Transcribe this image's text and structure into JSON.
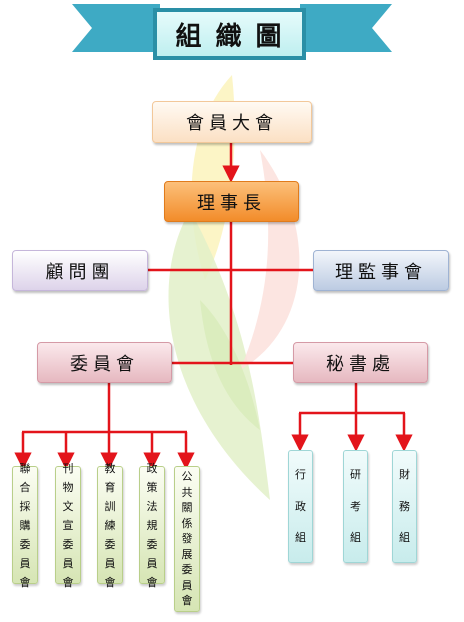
{
  "title": "組織圖",
  "nodes": {
    "assembly": "會員大會",
    "chair": "理事長",
    "advisor": "顧問團",
    "supervisor": "理監事會",
    "committee": "委員會",
    "secretariat": "秘書處"
  },
  "committees": [
    {
      "id": "joint-procurement",
      "chars": [
        "聯",
        "合",
        "採",
        "購",
        "委",
        "員",
        "會"
      ]
    },
    {
      "id": "publication",
      "chars": [
        "刊",
        "物",
        "文",
        "宣",
        "委",
        "員",
        "會"
      ]
    },
    {
      "id": "education",
      "chars": [
        "教",
        "育",
        "訓",
        "練",
        "委",
        "員",
        "會"
      ]
    },
    {
      "id": "policy",
      "chars": [
        "政",
        "策",
        "法",
        "規",
        "委",
        "員",
        "會"
      ]
    },
    {
      "id": "public-relations",
      "chars": [
        "公",
        "共",
        "關",
        "係",
        "發",
        "展",
        "委",
        "員",
        "會"
      ]
    }
  ],
  "sections": [
    {
      "id": "admin",
      "chars": [
        "行",
        "政",
        "組"
      ]
    },
    {
      "id": "research",
      "chars": [
        "研",
        "考",
        "組"
      ]
    },
    {
      "id": "finance",
      "chars": [
        "財",
        "務",
        "組"
      ]
    }
  ],
  "colors": {
    "connector": "#e3141b",
    "ribbon": "#3eaac4",
    "ribbon_border": "#2a8fa6"
  }
}
